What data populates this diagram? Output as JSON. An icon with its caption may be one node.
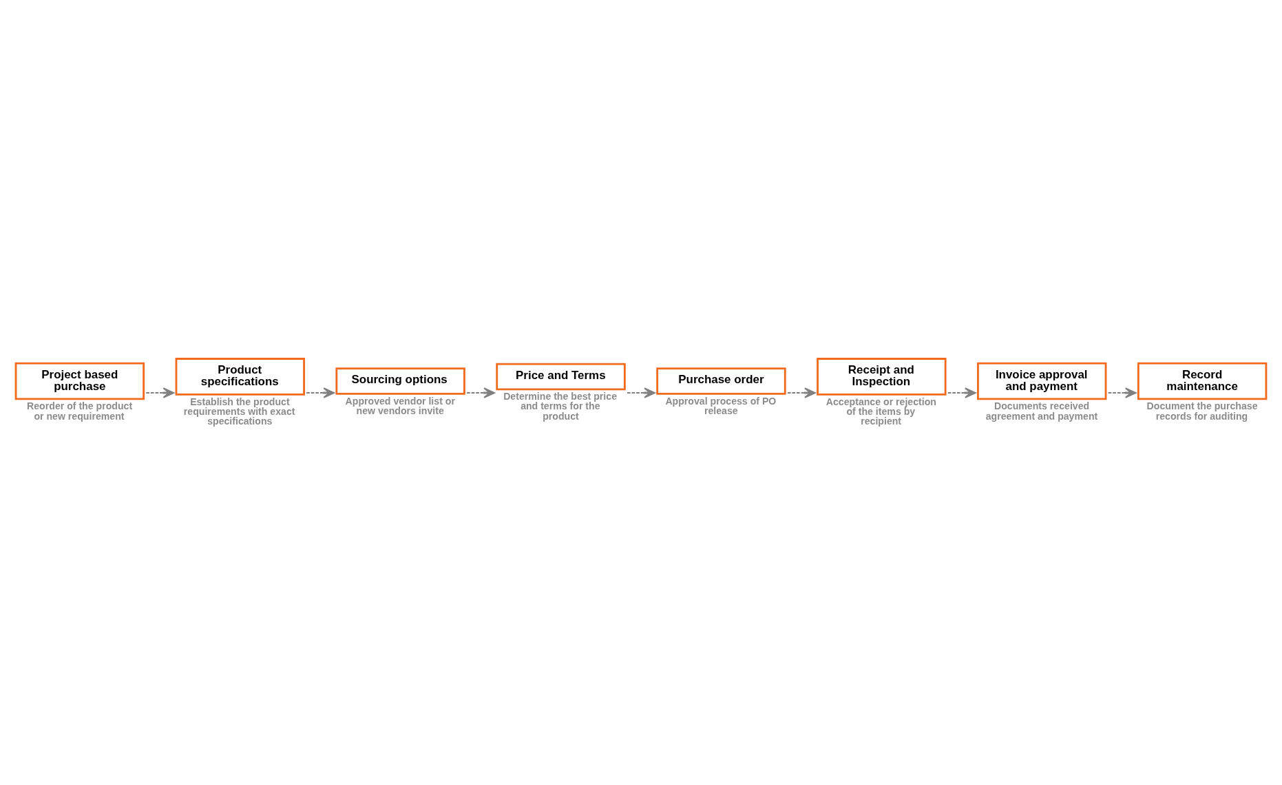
{
  "diagram": {
    "nodes": [
      {
        "text": [
          "Project based purchase"
        ],
        "beside": [
          "Reorder of the product or new requirement"
        ]
      },
      {
        "text": [
          "Product specifications"
        ],
        "beside": [
          "Establish the product requirements with exact specifications"
        ]
      },
      {
        "text": [
          "Sourcing options"
        ],
        "beside": [
          "Approved vendor list or new vendors invite"
        ]
      },
      {
        "text": [
          "Price and Terms"
        ],
        "beside": [
          "Determine the best price and terms for the product"
        ]
      },
      {
        "text": [
          "Purchase order"
        ],
        "beside": [
          "Approval process of PO release"
        ]
      },
      {
        "text": [
          "Receipt and Inspection"
        ],
        "beside": [
          "Acceptance or rejection of the items by recipient"
        ]
      },
      {
        "text": [
          "Invoice approval and payment"
        ],
        "beside": [
          "Documents received agreement and payment"
        ]
      },
      {
        "text": [
          "Record maintenance"
        ],
        "beside": [
          "Document the purchase records for auditing"
        ]
      }
    ],
    "edges": [
      {
        "from": 0,
        "to": 1,
        "arrow": "to",
        "style": "dashed"
      },
      {
        "from": 1,
        "to": 2,
        "arrow": "to",
        "style": "dashed"
      },
      {
        "from": 2,
        "to": 3,
        "arrow": "to",
        "style": "dashed"
      },
      {
        "from": 3,
        "to": 4,
        "arrow": "to",
        "style": "dashed"
      },
      {
        "from": 4,
        "to": 5,
        "arrow": "to",
        "style": "dashed"
      },
      {
        "from": 5,
        "to": 6,
        "arrow": "to",
        "style": "dashed"
      },
      {
        "from": 6,
        "to": 7,
        "arrow": "to",
        "style": "dashed"
      }
    ]
  }
}
